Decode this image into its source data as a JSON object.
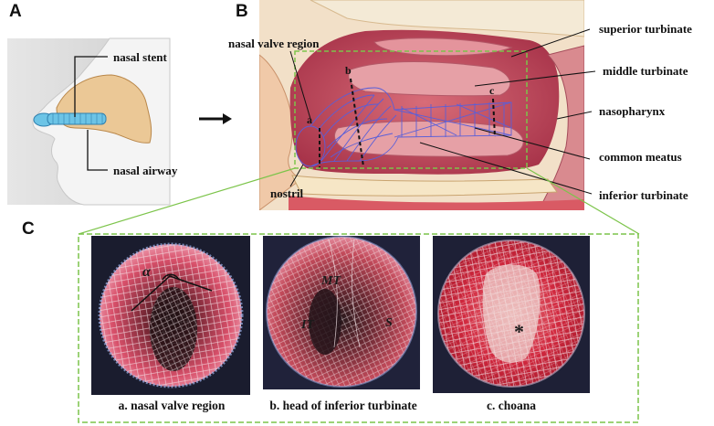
{
  "panels": {
    "a": {
      "letter": "A",
      "nasal_stent": "nasal stent",
      "nasal_airway": "nasal airway"
    },
    "b": {
      "letter": "B",
      "nasal_valve_region": "nasal valve region",
      "nostril": "nostril",
      "superior_turbinate": "superior turbinate",
      "middle_turbinate": "middle turbinate",
      "nasopharynx": "nasopharynx",
      "common_meatus": "common meatus",
      "inferior_turbinate": "inferior turbinate",
      "marker_a": "a",
      "marker_b": "b",
      "marker_c": "c"
    },
    "c": {
      "letter": "C",
      "captions": [
        "a. nasal valve region",
        "b. head of inferior turbinate",
        "c. choana"
      ],
      "alpha": "α",
      "mt": "MT",
      "it": "IT",
      "s": "S",
      "star": "*"
    }
  },
  "colors": {
    "dashed_green": "#7cc44a",
    "stent_blue": "#5a5fd8",
    "tissue_red": "#c24a5a",
    "arrow": "#111111"
  }
}
